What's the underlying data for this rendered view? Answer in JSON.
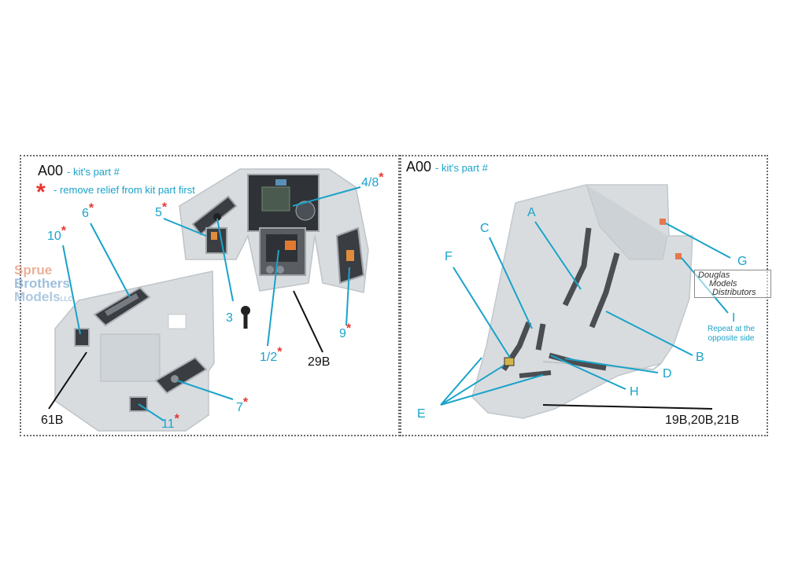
{
  "left_panel": {
    "part_code": "A00",
    "part_code_note": "- kit's part #",
    "relief_note": "- remove relief from kit part first",
    "callouts": {
      "c10": "10",
      "c6": "6",
      "c5": "5",
      "c48": "4/8",
      "c3": "3",
      "c12": "1/2",
      "c9": "9",
      "c29b": "29B",
      "c7": "7",
      "c11": "11",
      "c61b": "61B"
    },
    "star": "*"
  },
  "right_panel": {
    "part_code": "A00",
    "part_code_note": "- kit's part #",
    "callouts": {
      "A": "A",
      "C": "C",
      "F": "F",
      "G": "G",
      "I": "I",
      "B": "B",
      "D": "D",
      "H": "H",
      "E": "E",
      "part19": "19B,20B,21B"
    },
    "repeat_note_line1": "Repeat at the",
    "repeat_note_line2": "opposite side"
  },
  "watermarks": {
    "sb_line1": "Sprue",
    "sb_line2": "Brothers",
    "sb_line3": "Models",
    "sb_suffix": "LLC",
    "dm_line1": "Douglas",
    "dm_line2": "Models",
    "dm_line3": "Distributors"
  },
  "colors": {
    "accent": "#1aa3c9",
    "star": "#e8342e",
    "part_grey": "#d8dcdf",
    "detail_dark": "#3a3d42"
  }
}
